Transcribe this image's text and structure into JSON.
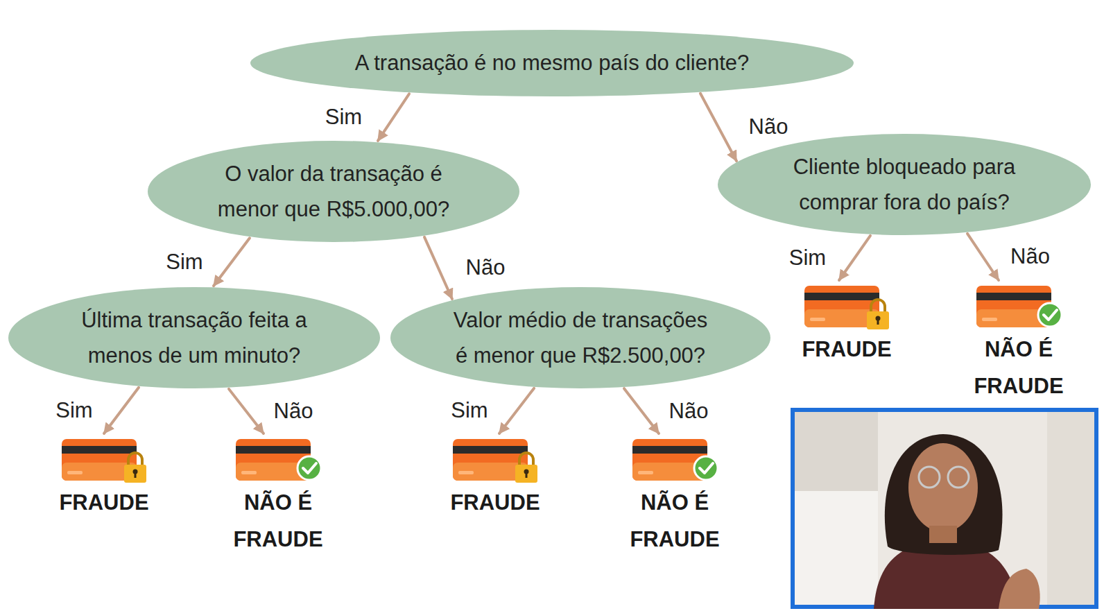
{
  "diagram": {
    "nodes": [
      {
        "text": [
          "A transação é no mesmo país do cliente?"
        ]
      },
      {
        "text": [
          "O valor da transação é menor que R$5.000,00?"
        ]
      },
      {
        "text": [
          "Cliente bloqueado para comprar fora do país?"
        ]
      },
      {
        "text": [
          "Última transação feita a menos de um minuto?"
        ]
      },
      {
        "text": [
          "Valor médio de transações é menor que R$2.500,00?"
        ]
      },
      {
        "text": [
          "FRAUDE"
        ]
      },
      {
        "text": [
          "NÃO É FRAUDE"
        ]
      },
      {
        "text": [
          "FRAUDE"
        ]
      },
      {
        "text": [
          "NÃO É FRAUDE"
        ]
      },
      {
        "text": [
          "FRAUDE"
        ]
      },
      {
        "text": [
          "NÃO É FRAUDE"
        ]
      }
    ],
    "edges": [
      {
        "from": 0,
        "to": 1,
        "label": "Sim",
        "arrow": "to"
      },
      {
        "from": 0,
        "to": 2,
        "label": "Não",
        "arrow": "to"
      },
      {
        "from": 1,
        "to": 3,
        "label": "Sim",
        "arrow": "to"
      },
      {
        "from": 1,
        "to": 4,
        "label": "Não",
        "arrow": "to"
      },
      {
        "from": 2,
        "to": 5,
        "label": "Sim",
        "arrow": "to"
      },
      {
        "from": 2,
        "to": 6,
        "label": "Não",
        "arrow": "to"
      },
      {
        "from": 3,
        "to": 7,
        "label": "Sim",
        "arrow": "to"
      },
      {
        "from": 3,
        "to": 8,
        "label": "Não",
        "arrow": "to"
      },
      {
        "from": 4,
        "to": 9,
        "label": "Sim",
        "arrow": "to"
      },
      {
        "from": 4,
        "to": 10,
        "label": "Não",
        "arrow": "to"
      }
    ]
  }
}
